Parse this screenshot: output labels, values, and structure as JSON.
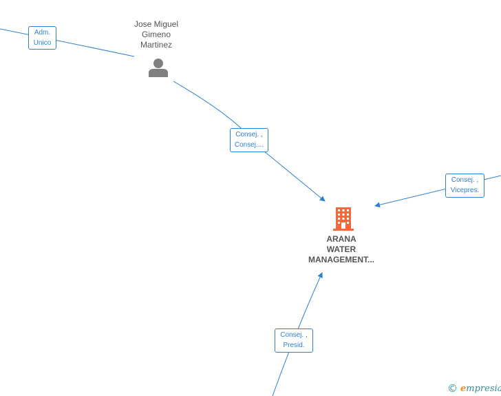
{
  "nodes": {
    "person": {
      "name_lines": [
        "Jose Miguel",
        "Gimeno",
        "Martinez"
      ],
      "icon": "person-icon"
    },
    "company": {
      "name_lines": [
        "ARANA",
        "WATER",
        "MANAGEMENT..."
      ],
      "icon": "building-icon"
    }
  },
  "edges": {
    "adm_unico": [
      "Adm.",
      "Unico"
    ],
    "consej_person": [
      "Consej. ,",
      "Consej...."
    ],
    "consej_vicepres": [
      "Consej. ,",
      "Vicepres."
    ],
    "consej_presid": [
      "Consej. ,",
      "Presid."
    ]
  },
  "watermark": {
    "copyright_symbol": "©",
    "brand_initial": "e",
    "brand_rest": "mpresia"
  },
  "colors": {
    "edge": "#2f7ecf",
    "company_icon": "#f26a3a",
    "person_icon": "#808080",
    "text": "#555555"
  }
}
